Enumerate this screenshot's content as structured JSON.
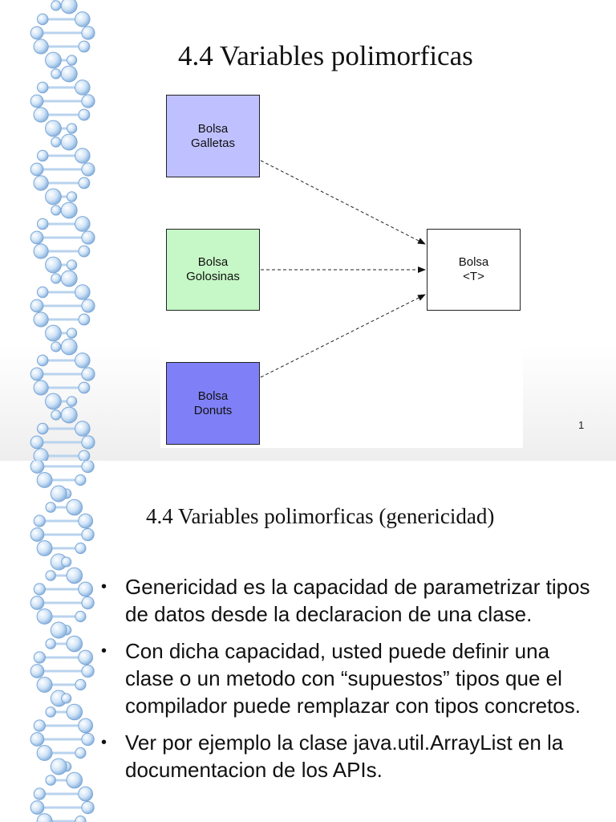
{
  "slide1": {
    "title": "4.4 Variables polimorficas",
    "slide_number": "1",
    "diagram": {
      "boxes": {
        "galletas": {
          "line1": "Bolsa",
          "line2": "Galletas",
          "color": "#bfc0ff"
        },
        "golosinas": {
          "line1": "Bolsa",
          "line2": "Golosinas",
          "color": "#c6f7c6"
        },
        "donuts": {
          "line1": "Bolsa",
          "line2": "Donuts",
          "color": "#7f80f7"
        },
        "bolsa_t": {
          "line1": "Bolsa",
          "line2": "<T>",
          "color": "#ffffff"
        }
      }
    }
  },
  "slide2": {
    "title": "4.4 Variables polimorficas (genericidad)",
    "bullets": [
      "Genericidad  es la capacidad de parametrizar tipos de datos desde la declaracion de una clase.",
      "Con dicha capacidad, usted puede definir una clase o un metodo con “supuestos” tipos que el compilador puede remplazar con tipos concretos.",
      "Ver por ejemplo la clase java.util.ArrayList en la documentacion de los APIs."
    ],
    "bullet_glyph": "•"
  },
  "decoration": {
    "left_border": "dna-helix"
  }
}
